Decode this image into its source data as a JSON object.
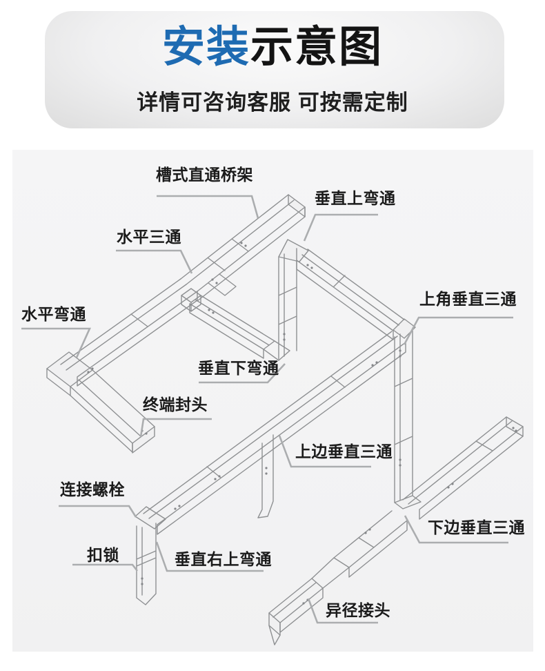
{
  "header": {
    "title_accent": "安装",
    "title_rest": "示意图",
    "subtitle": "详情可咨询客服 可按需定制"
  },
  "diagram": {
    "labels": [
      {
        "text": "槽式直通桥架"
      },
      {
        "text": "垂直上弯通"
      },
      {
        "text": "水平三通"
      },
      {
        "text": "上角垂直三通"
      },
      {
        "text": "水平弯通"
      },
      {
        "text": "垂直下弯通"
      },
      {
        "text": "终端封头"
      },
      {
        "text": "上边垂直三通"
      },
      {
        "text": "连接螺栓"
      },
      {
        "text": "下边垂直三通"
      },
      {
        "text": "扣锁"
      },
      {
        "text": "垂直右上弯通"
      },
      {
        "text": "异径接头"
      }
    ]
  },
  "colors": {
    "accent_blue": "#1e6bb2",
    "title_black": "#141414",
    "drawing_line_gray": "#8e9092",
    "leader_gray": "#abadaf",
    "panel_background": "#f4f4f5"
  }
}
